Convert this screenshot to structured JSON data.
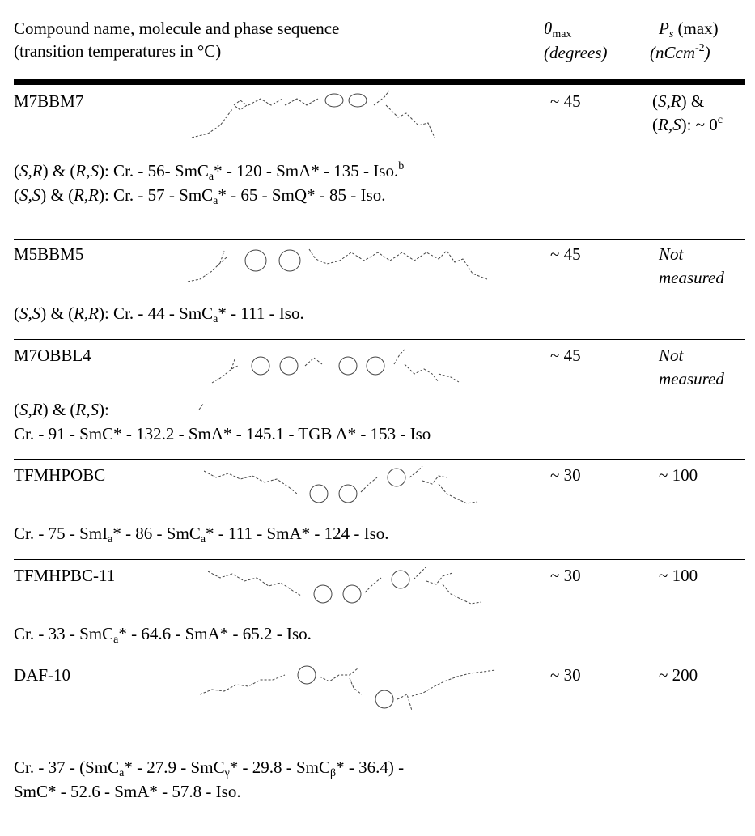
{
  "header": {
    "col1_line1": "Compound name, molecule and phase sequence",
    "col1_line2": "(transition temperatures in °C)",
    "theta_sym": "θ",
    "theta_sub": "max",
    "theta_unit": "(degrees)",
    "ps_sym": "P",
    "ps_sub": "s",
    "ps_rest": " (max)",
    "ps_unit_a": "(nCcm",
    "ps_unit_sup": "-2",
    "ps_unit_b": ")"
  },
  "rows": [
    {
      "name": "M7BBM7",
      "theta": "~ 45",
      "ps_line1_a": "(",
      "ps_line1_i": "S,R",
      "ps_line1_b": ") &",
      "ps_line2_a": "(",
      "ps_line2_i": "R,S",
      "ps_line2_b": "): ~ 0",
      "ps_line2_sup": "c",
      "phase1": {
        "p1": "(",
        "i1": "S,R",
        "p2": ") & (",
        "i2": "R,S",
        "p3": "): Cr. - 56- SmC",
        "s1": "a",
        "p4": "* - 120 - SmA* - 135 - Iso.",
        "sup": "b"
      },
      "phase2": {
        "p1": "(",
        "i1": "S,S",
        "p2": ") & (",
        "i2": "R,R",
        "p3": "): Cr. - 57 - SmC",
        "s1": "a",
        "p4": "* - 65 - SmQ* - 85 - Iso."
      }
    },
    {
      "name": "M5BBM5",
      "theta": "~ 45",
      "ps_line1": "Not",
      "ps_line2": "measured",
      "phase1": {
        "p1": "(",
        "i1": "S,S",
        "p2": ") & (",
        "i2": "R,R",
        "p3": "): Cr. - 44 - SmC",
        "s1": "a",
        "p4": "* - 111 - Iso."
      }
    },
    {
      "name": "M7OBBL4",
      "theta": "~ 45",
      "ps_line1": "Not",
      "ps_line2": "measured",
      "phase1": {
        "p1": "(",
        "i1": "S,R",
        "p2": ") & (",
        "i2": "R,S",
        "p3": "):"
      },
      "phase2": {
        "p1": "Cr. - 91 - SmC* - 132.2 - SmA* - 145.1 - TGB A* - 153 - Iso"
      }
    },
    {
      "name": "TFMHPOBC",
      "theta": "~ 30",
      "ps": "~ 100",
      "phase1": {
        "p1": "Cr. - 75 - SmI",
        "s1": "a",
        "p2": "* - 86 - SmC",
        "s2": "a",
        "p3": "* - 111 - SmA* - 124 - Iso."
      }
    },
    {
      "name": "TFMHPBC-11",
      "theta": "~ 30",
      "ps": "~ 100",
      "phase1": {
        "p1": "Cr. - 33 - SmC",
        "s1": "a",
        "p2": "* - 64.6 - SmA* - 65.2 - Iso."
      }
    },
    {
      "name": "DAF-10",
      "theta": "~ 30",
      "ps": "~ 200",
      "phase1": {
        "p1": "Cr. - 37 - (SmC",
        "s1": "a",
        "p2": "* - 27.9 - SmC",
        "s2": "γ",
        "p3": "* - 29.8 - SmC",
        "s3": "β",
        "p4": "* - 36.4) -"
      },
      "phase2": {
        "p1": "SmC* - 52.6 - SmA* - 57.8 - Iso."
      }
    }
  ]
}
